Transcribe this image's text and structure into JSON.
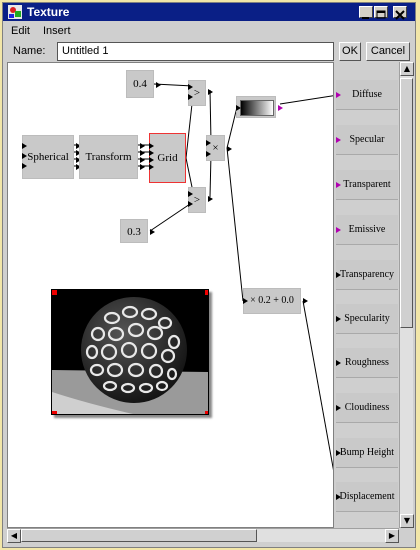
{
  "window": {
    "title": "Texture",
    "minimize_glyph": "_",
    "maximize_glyph": "□",
    "close_glyph": "×"
  },
  "menu": {
    "items": [
      "Edit",
      "Insert"
    ]
  },
  "name_row": {
    "label": "Name:",
    "value": "Untitled 1",
    "ok_label": "OK",
    "cancel_label": "Cancel"
  },
  "graph": {
    "value_04": "0.4",
    "value_03": "0.3",
    "spherical": "Spherical",
    "transform": "Transform",
    "grid": "Grid",
    "greater_top": ">",
    "greater_bottom": ">",
    "multiply": "×",
    "scale_offset": "× 0.2 + 0.0"
  },
  "properties": [
    "Diffuse",
    "Specular",
    "Transparent",
    "Emissive",
    "Transparency",
    "Specularity",
    "Roughness",
    "Cloudiness",
    "Bump Height",
    "Displacement"
  ],
  "scroll": {
    "up": "▲",
    "down": "▼",
    "left": "◀",
    "right": "▶"
  },
  "colors": {
    "titlebar": "#0a1f86",
    "desktop": "#f2e6a8",
    "color_pin": "#b000b0",
    "selected_border": "#ee3333"
  }
}
